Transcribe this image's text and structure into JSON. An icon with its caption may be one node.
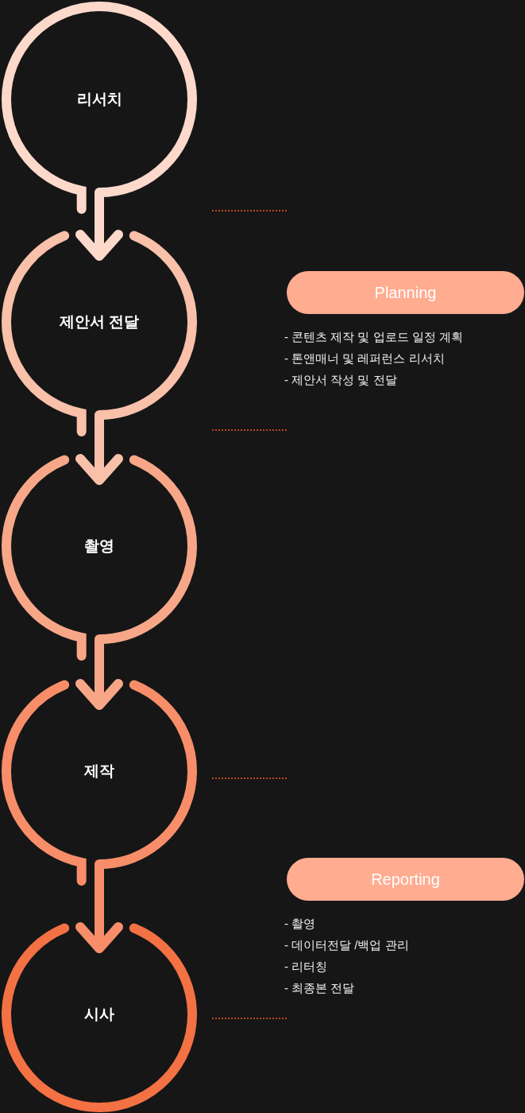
{
  "diagram": {
    "nodes": [
      {
        "text": [
          "리서치"
        ]
      },
      {
        "text": [
          "제안서 전달"
        ]
      },
      {
        "text": [
          "촬영"
        ]
      },
      {
        "text": [
          "제작"
        ]
      },
      {
        "text": [
          "시사"
        ]
      },
      {
        "text": [
          "Planning"
        ],
        "beside": [
          "- 콘텐츠 제작 및 업로드 일정 계획",
          "- 톤앤매너 및 레퍼런스 리서치",
          "- 제안서 작성 및 전달"
        ]
      },
      {
        "text": [
          "Reporting"
        ],
        "beside": [
          "- 촬영",
          "- 데이터전달 /백업 관리",
          "- 리터칭",
          "- 최종본 전달"
        ]
      }
    ],
    "edges": [
      {
        "from": 0,
        "to": 1,
        "arrow": "to",
        "color": "#fcd9cb"
      },
      {
        "from": 1,
        "to": 2,
        "arrow": "to",
        "color": "#f9c0aa"
      },
      {
        "from": 2,
        "to": 3,
        "arrow": "to",
        "color": "#f7a788"
      },
      {
        "from": 3,
        "to": 4,
        "arrow": "to",
        "color": "#f78e69"
      }
    ]
  }
}
